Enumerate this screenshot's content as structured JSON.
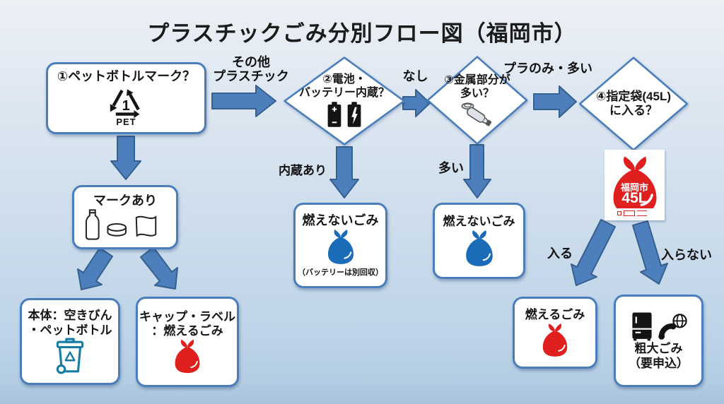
{
  "title": "プラスチックごみ分別フロー図（福岡市）",
  "nodes": {
    "q1": {
      "label": "①ペットボトルマーク？",
      "pet_number": "1",
      "pet_caption": "PET"
    },
    "q2": {
      "line1": "②電池・",
      "line2": "バッテリー内蔵？"
    },
    "q3": {
      "line1": "③金属部分が",
      "line2": "多い？"
    },
    "q4": {
      "line1": "④指定袋(45L)",
      "line2": "に入る？"
    },
    "mark": {
      "label": "マークあり"
    },
    "body": {
      "line1": "本体：空きびん",
      "line2": "・ペットボトル"
    },
    "cap": {
      "line1": "キャップ・ラベル",
      "line2": "：燃えるごみ"
    },
    "nonburn_battery": {
      "label": "燃えないごみ",
      "note": "（バッテリーは別回収）"
    },
    "nonburn_metal": {
      "label": "燃えないごみ"
    },
    "burnable": {
      "label": "燃えるごみ"
    },
    "bulky": {
      "line1": "粗大ごみ",
      "line2": "（要申込）"
    },
    "designated_bag": {
      "city": "福岡市",
      "size": "45L"
    }
  },
  "edges": {
    "other_plastic_1": "その他",
    "other_plastic_2": "プラスチック",
    "none": "なし",
    "pla_only_many": "プラのみ・多い",
    "built_in": "内蔵あり",
    "many": "多い",
    "fits": "入る",
    "not_fit": "入らない"
  },
  "colors": {
    "arrow": "#4d7fbc",
    "arrow_border": "#36608f",
    "box_border": "#4a7ebb",
    "blue_bag": "#1b6cb8",
    "red_bag": "#e0201f",
    "recycle_bin": "#177ca3"
  }
}
